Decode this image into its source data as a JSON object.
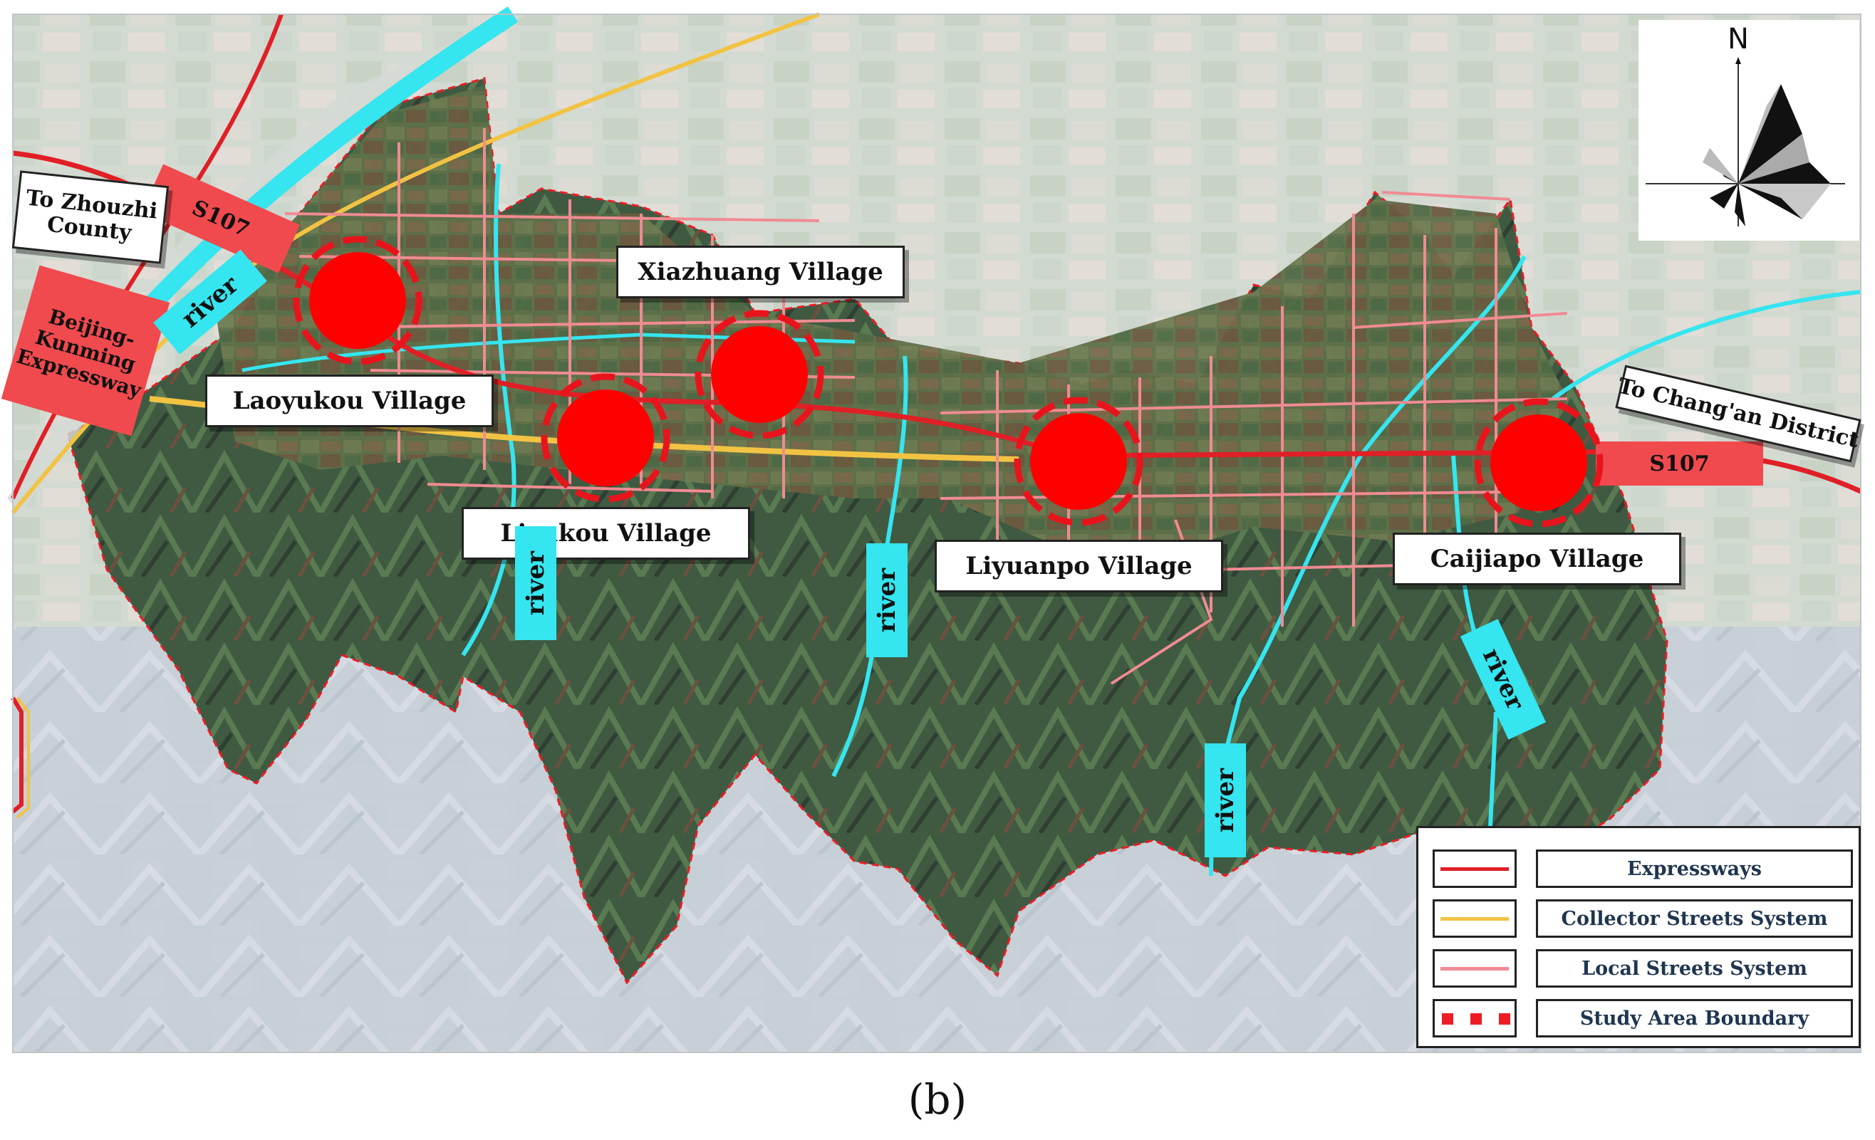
{
  "villages": {
    "laoyukou": "Laoyukou Village",
    "xiazhuang": "Xiazhuang Village",
    "liyukou": "Liyukou Village",
    "liyuanpo": "Liyuanpo Village",
    "caijiapo": "Caijiapo Village"
  },
  "destinations": {
    "zhouzhi": "To Zhouzhi County",
    "changan": "To Chang'an District"
  },
  "roads": {
    "s107": "S107",
    "expressway": "Beijing-Kunming Expressway"
  },
  "river_label": "river",
  "compass_label": "N",
  "legend": {
    "items": [
      {
        "label": "Expressways",
        "color": "#e01f26"
      },
      {
        "label": "Collector Streets System",
        "color": "#f2c343"
      },
      {
        "label": "Local Streets System",
        "color": "#f08b93"
      },
      {
        "label": "Study Area Boundary",
        "color": "#ee1c25"
      }
    ]
  },
  "caption": "(b)",
  "colors": {
    "expressway": "#e01f26",
    "collector": "#f2c343",
    "local": "#f08b93",
    "river": "#35e5ef",
    "village_marker": "#ff0000"
  }
}
